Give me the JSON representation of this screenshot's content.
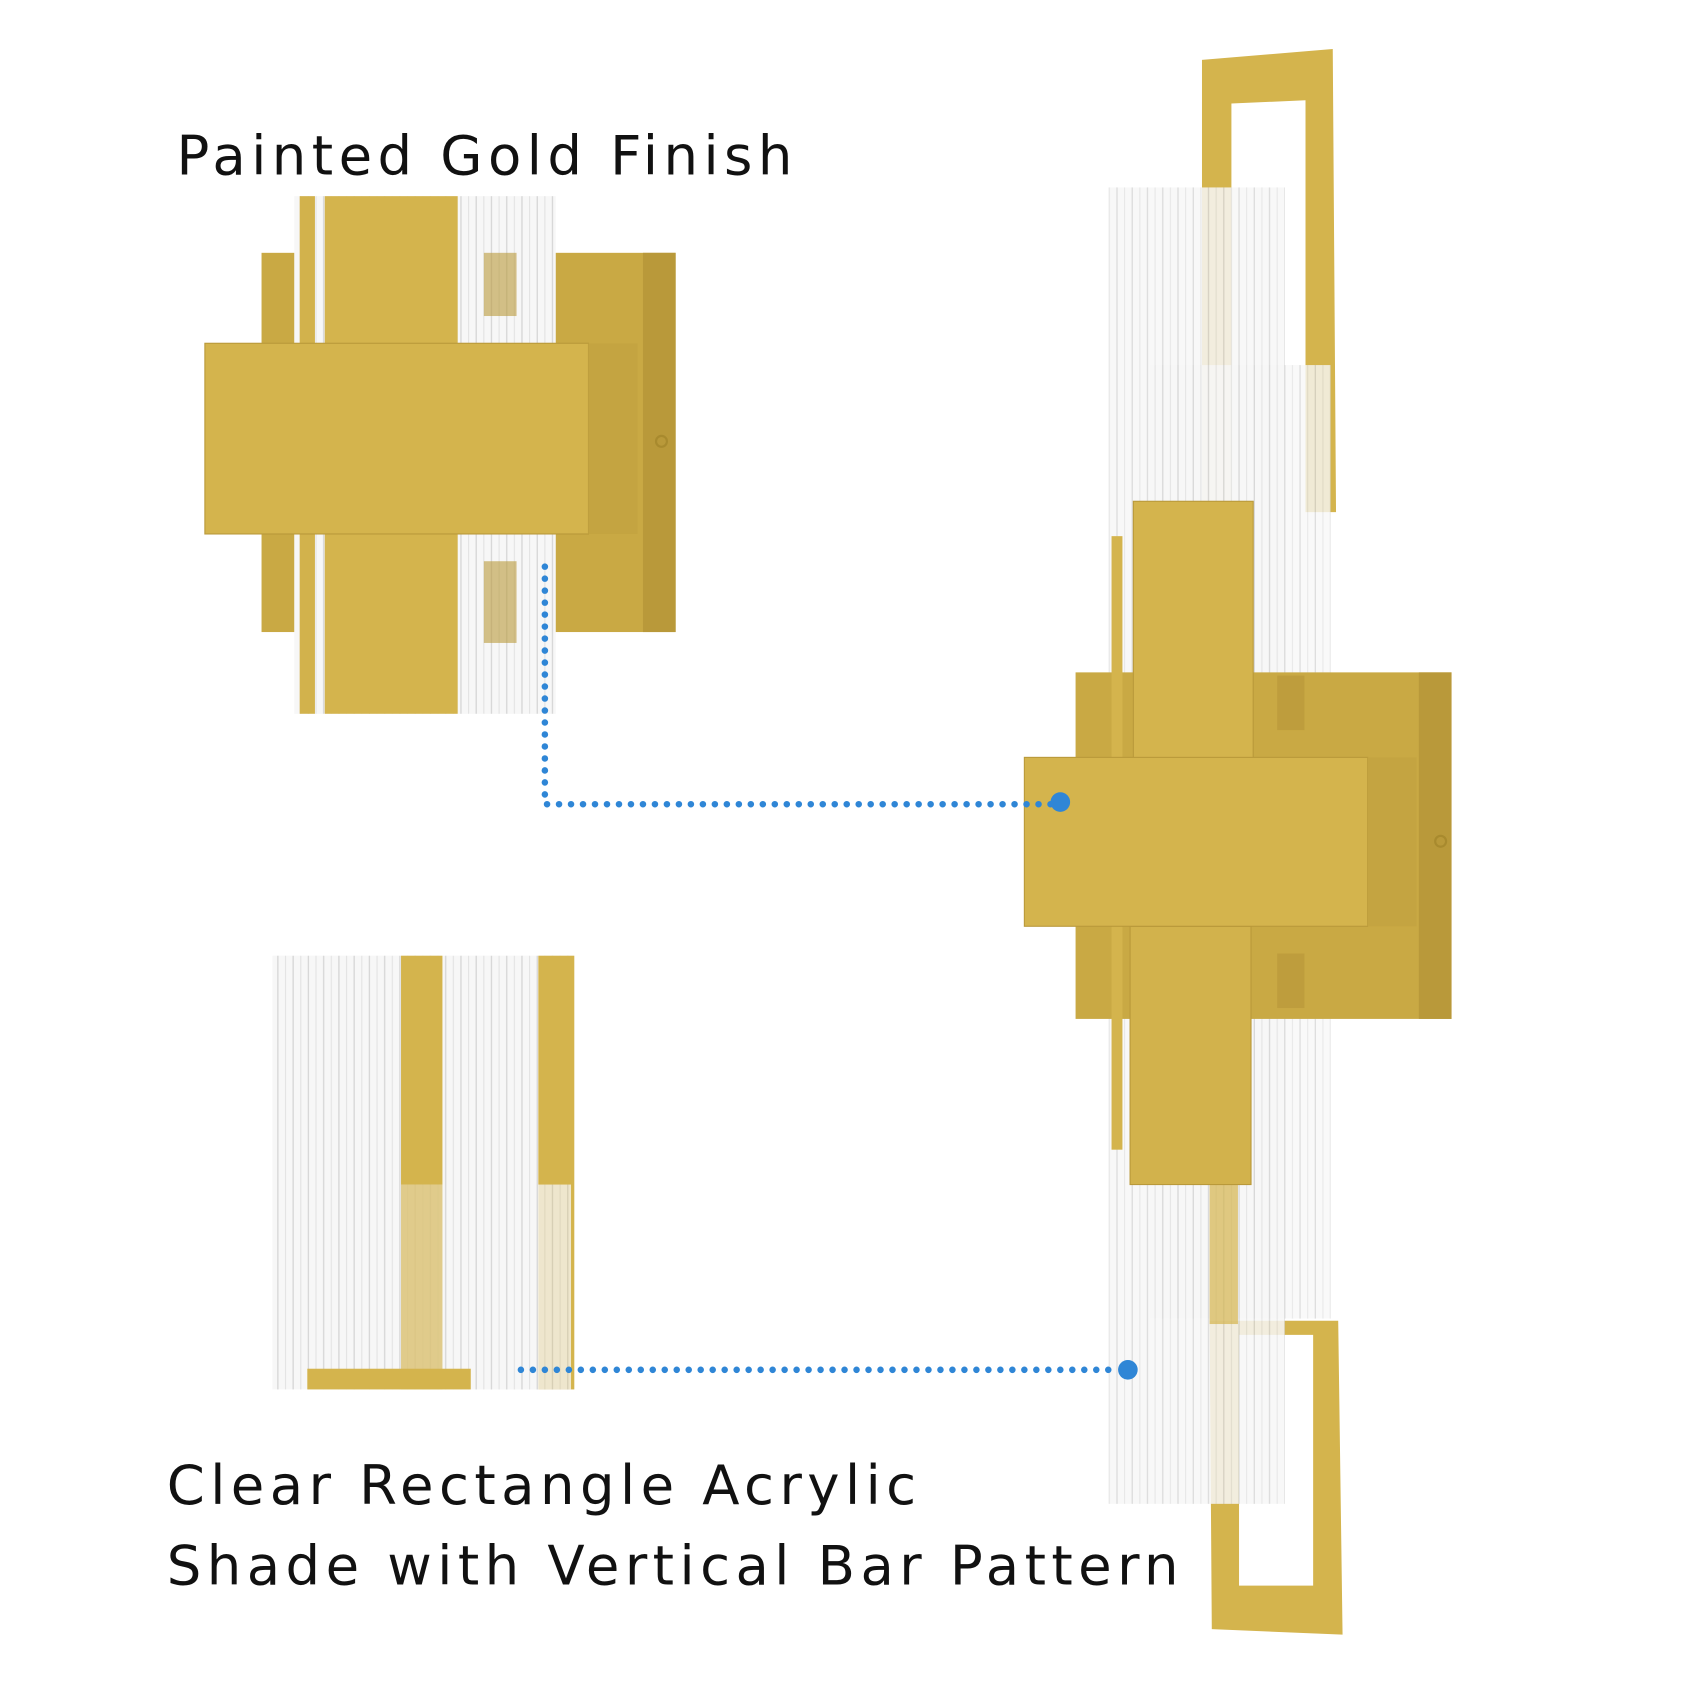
{
  "labels": {
    "finish": "Painted Gold Finish",
    "shade_line1": "Clear Rectangle Acrylic",
    "shade_line2": "Shade with Vertical Bar Pattern"
  },
  "colors": {
    "gold": "#d2b24c",
    "gold_dark": "#b9993a",
    "gold_light": "#dcc062",
    "acrylic": "#f4f4f4",
    "connector": "#2f86d6",
    "text": "#111111"
  }
}
